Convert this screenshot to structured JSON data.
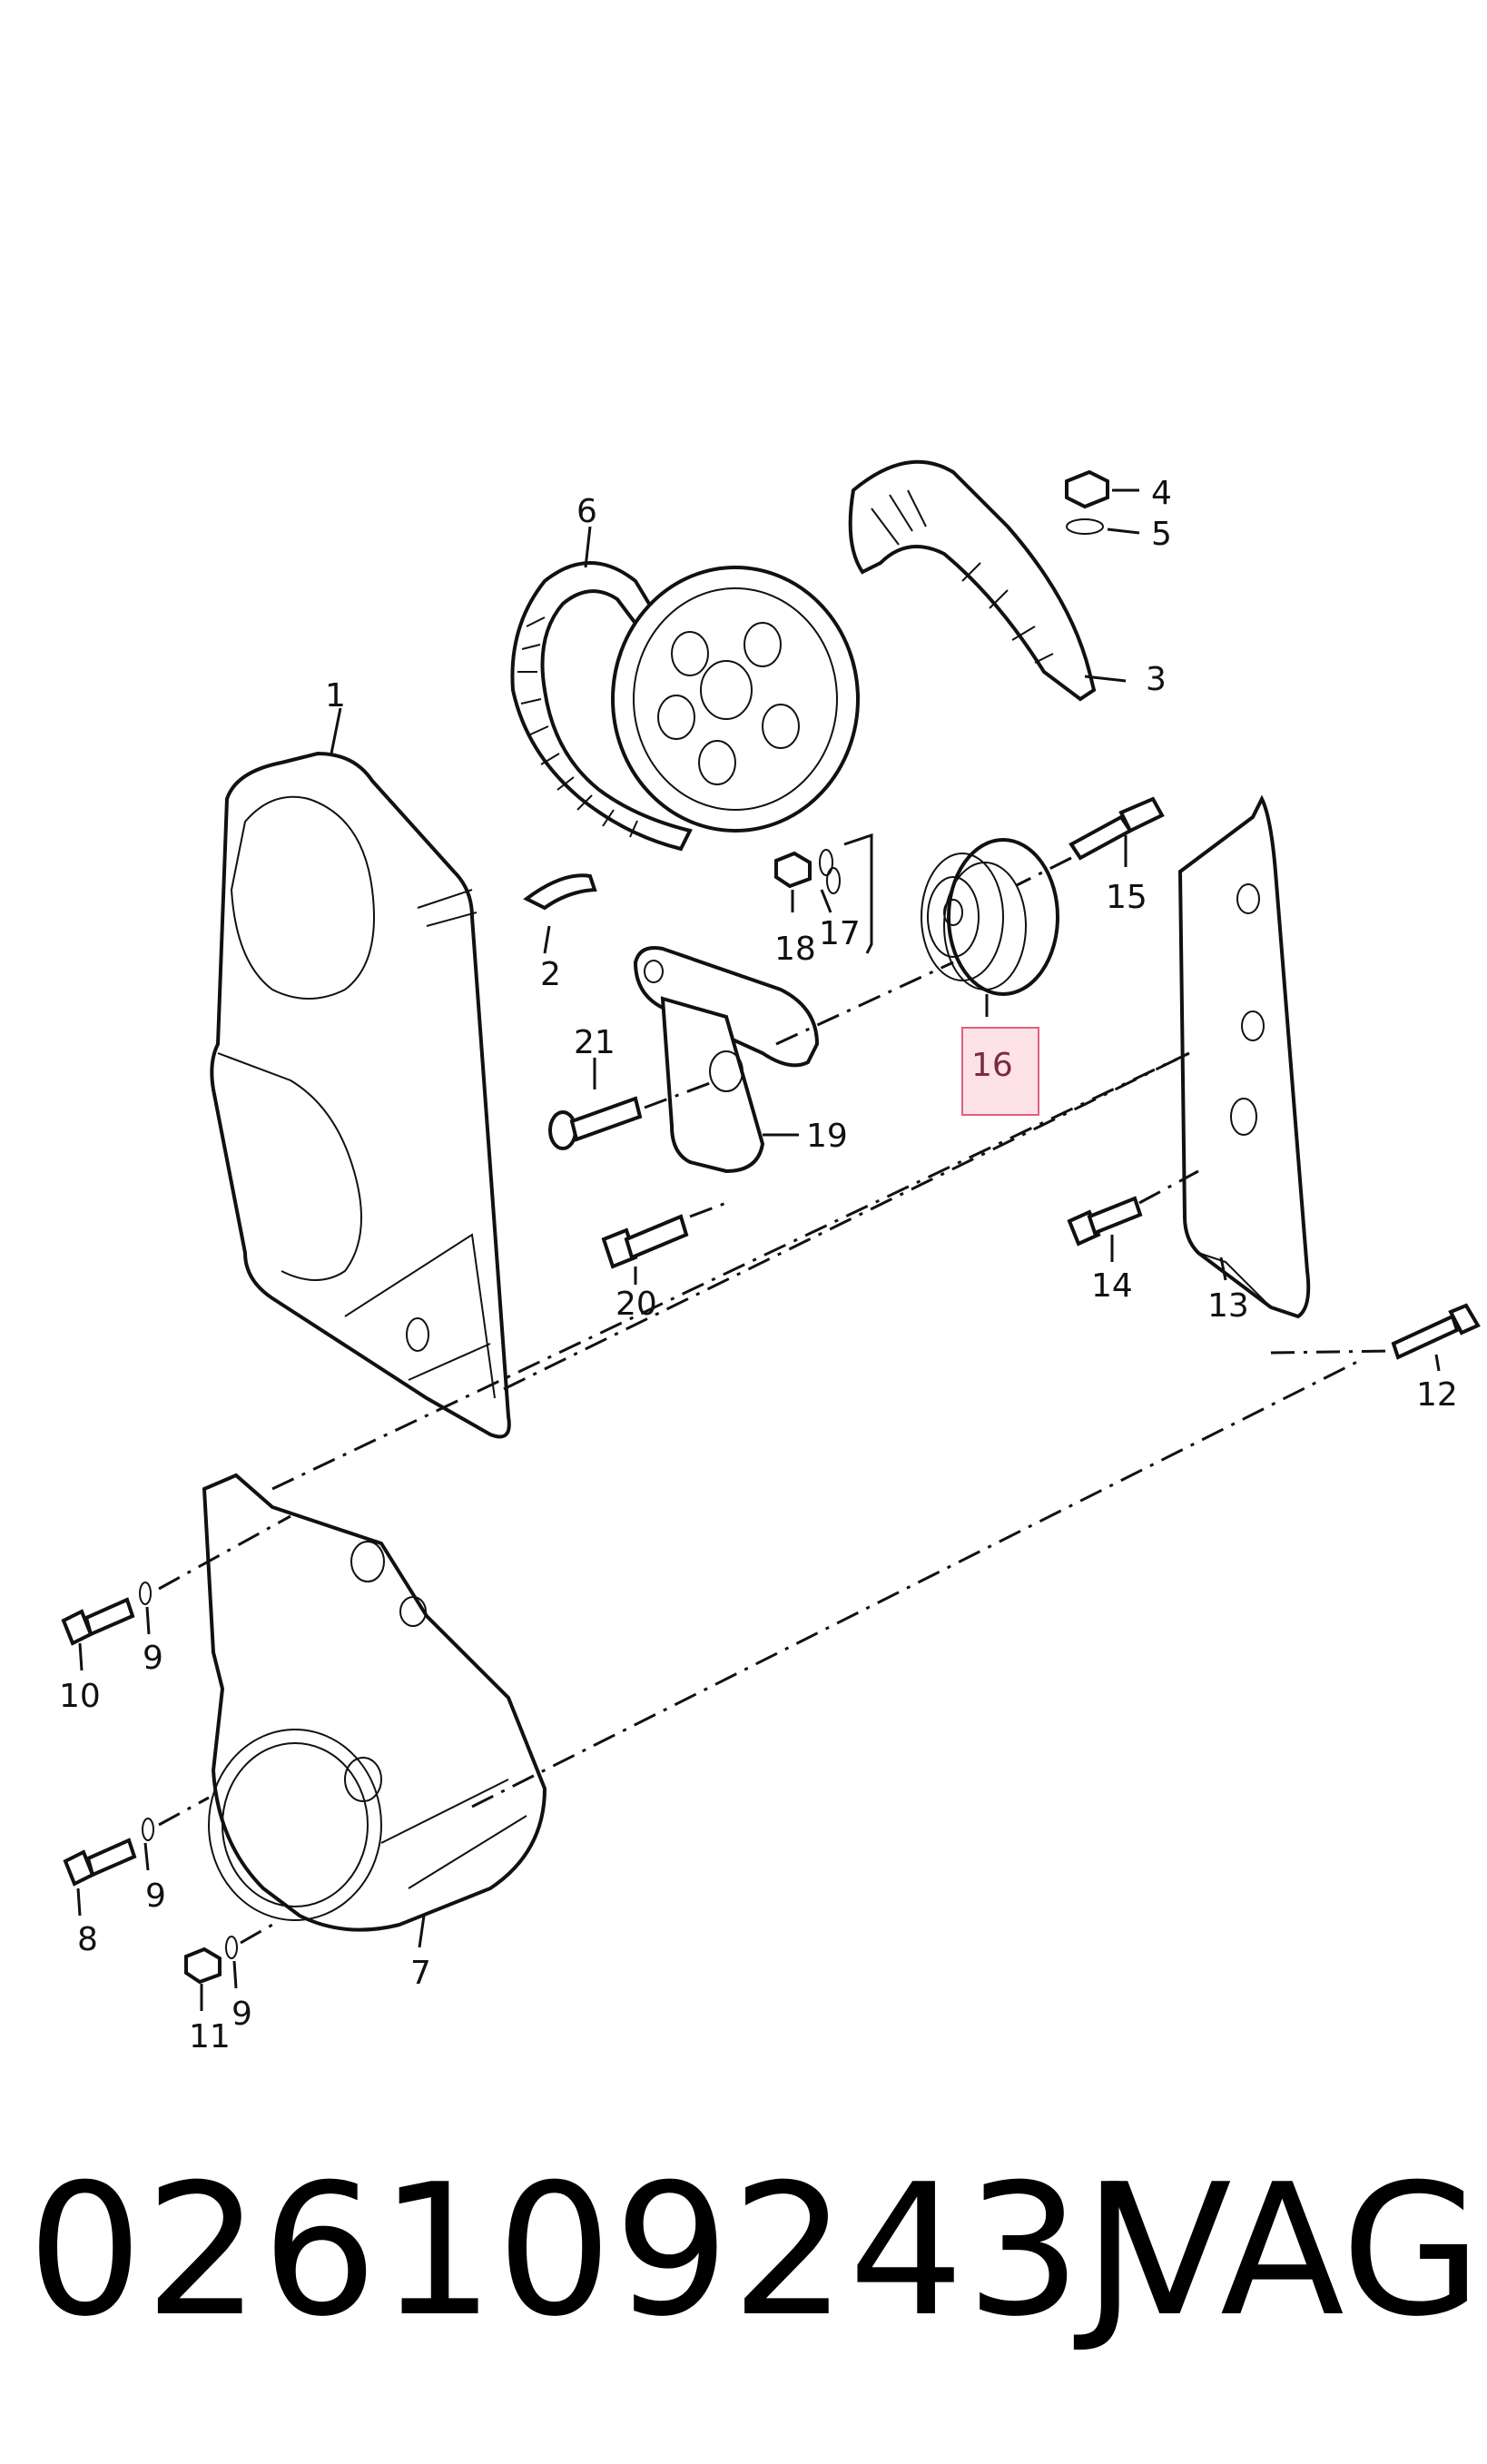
{
  "diagram": {
    "callouts": [
      {
        "id": "c1",
        "text": "1"
      },
      {
        "id": "c2",
        "text": "2"
      },
      {
        "id": "c3",
        "text": "3"
      },
      {
        "id": "c4",
        "text": "4"
      },
      {
        "id": "c5",
        "text": "5"
      },
      {
        "id": "c6",
        "text": "6"
      },
      {
        "id": "c7",
        "text": "7"
      },
      {
        "id": "c8",
        "text": "8"
      },
      {
        "id": "c9a",
        "text": "9"
      },
      {
        "id": "c9b",
        "text": "9"
      },
      {
        "id": "c9c",
        "text": "9"
      },
      {
        "id": "c10",
        "text": "10"
      },
      {
        "id": "c11",
        "text": "11"
      },
      {
        "id": "c12",
        "text": "12"
      },
      {
        "id": "c13",
        "text": "13"
      },
      {
        "id": "c14",
        "text": "14"
      },
      {
        "id": "c15",
        "text": "15"
      },
      {
        "id": "c16",
        "text": "16"
      },
      {
        "id": "c17",
        "text": "17"
      },
      {
        "id": "c18",
        "text": "18"
      },
      {
        "id": "c19",
        "text": "19"
      },
      {
        "id": "c20",
        "text": "20"
      },
      {
        "id": "c21",
        "text": "21"
      }
    ],
    "highlighted_callout": "16",
    "highlight_color": "#e0607a"
  },
  "footer": {
    "part_number": "026109243J",
    "brand": "VAG"
  }
}
